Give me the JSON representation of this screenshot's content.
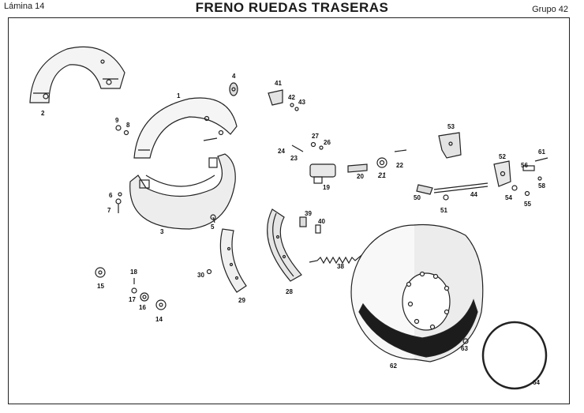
{
  "header": {
    "left": "Lámina 14",
    "title": "FRENO RUEDAS TRASERAS",
    "right": "Grupo 42"
  },
  "parts": [
    "1",
    "2",
    "3",
    "4",
    "5",
    "6",
    "7",
    "8",
    "9",
    "14",
    "15",
    "16",
    "17",
    "18",
    "19",
    "20",
    "21",
    "22",
    "23",
    "24",
    "26",
    "27",
    "28",
    "29",
    "30",
    "38",
    "39",
    "40",
    "41",
    "42",
    "43",
    "44",
    "50",
    "51",
    "52",
    "53",
    "54",
    "55",
    "56",
    "58",
    "61",
    "62",
    "63",
    "64"
  ]
}
